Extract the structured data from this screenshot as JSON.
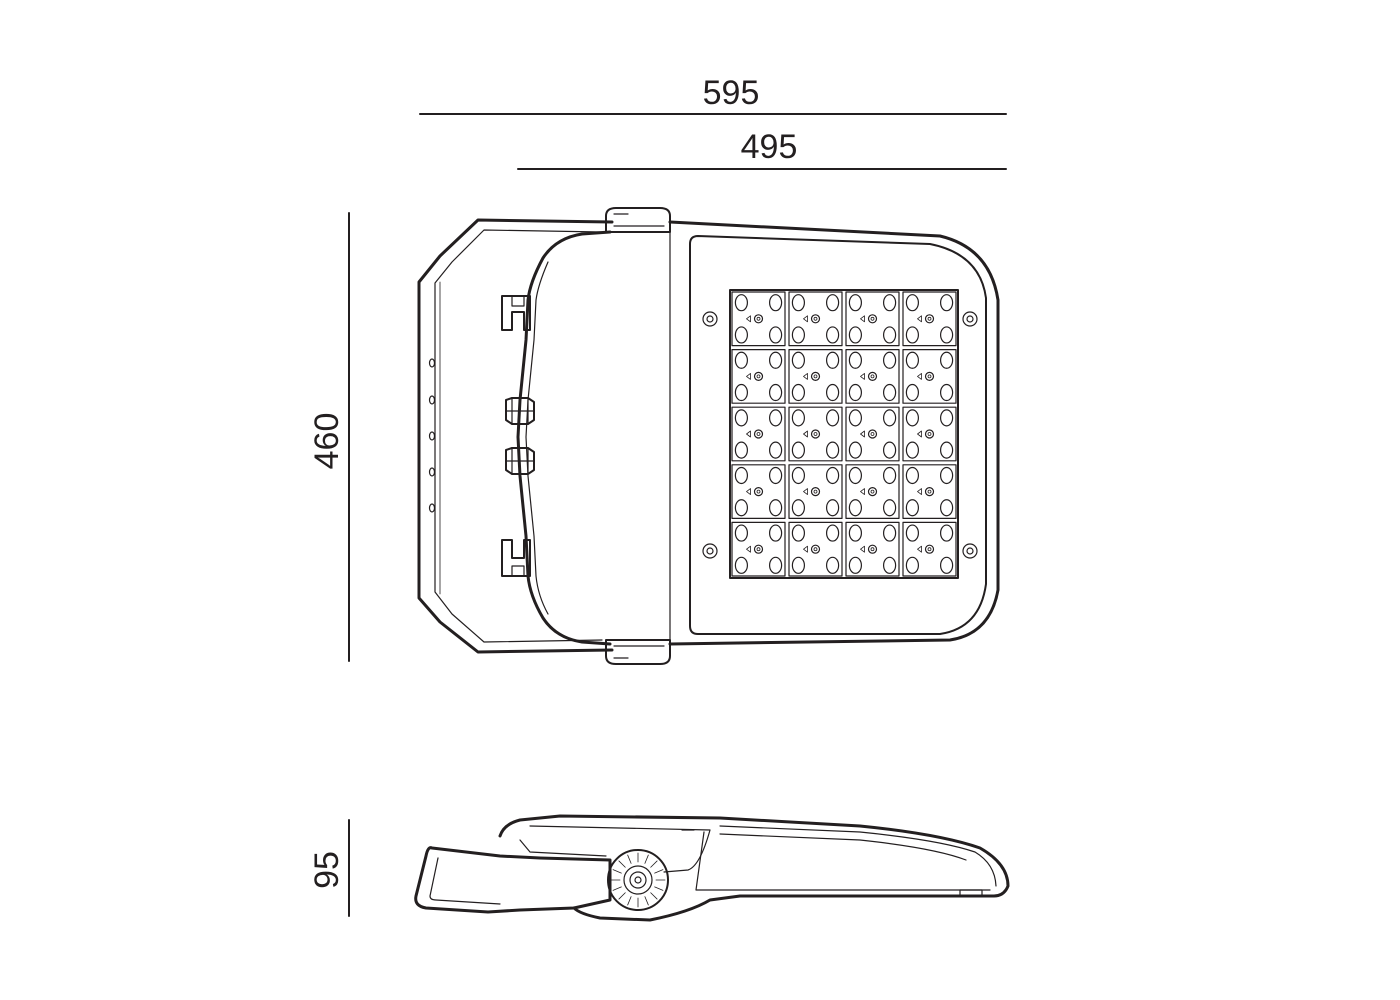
{
  "dimensions": {
    "overall_width": "595",
    "body_width": "495",
    "height": "460",
    "depth": "95"
  },
  "led_array": {
    "rows": 5,
    "columns": 4
  },
  "colors": {
    "ink": "#231f20",
    "background": "#ffffff"
  }
}
